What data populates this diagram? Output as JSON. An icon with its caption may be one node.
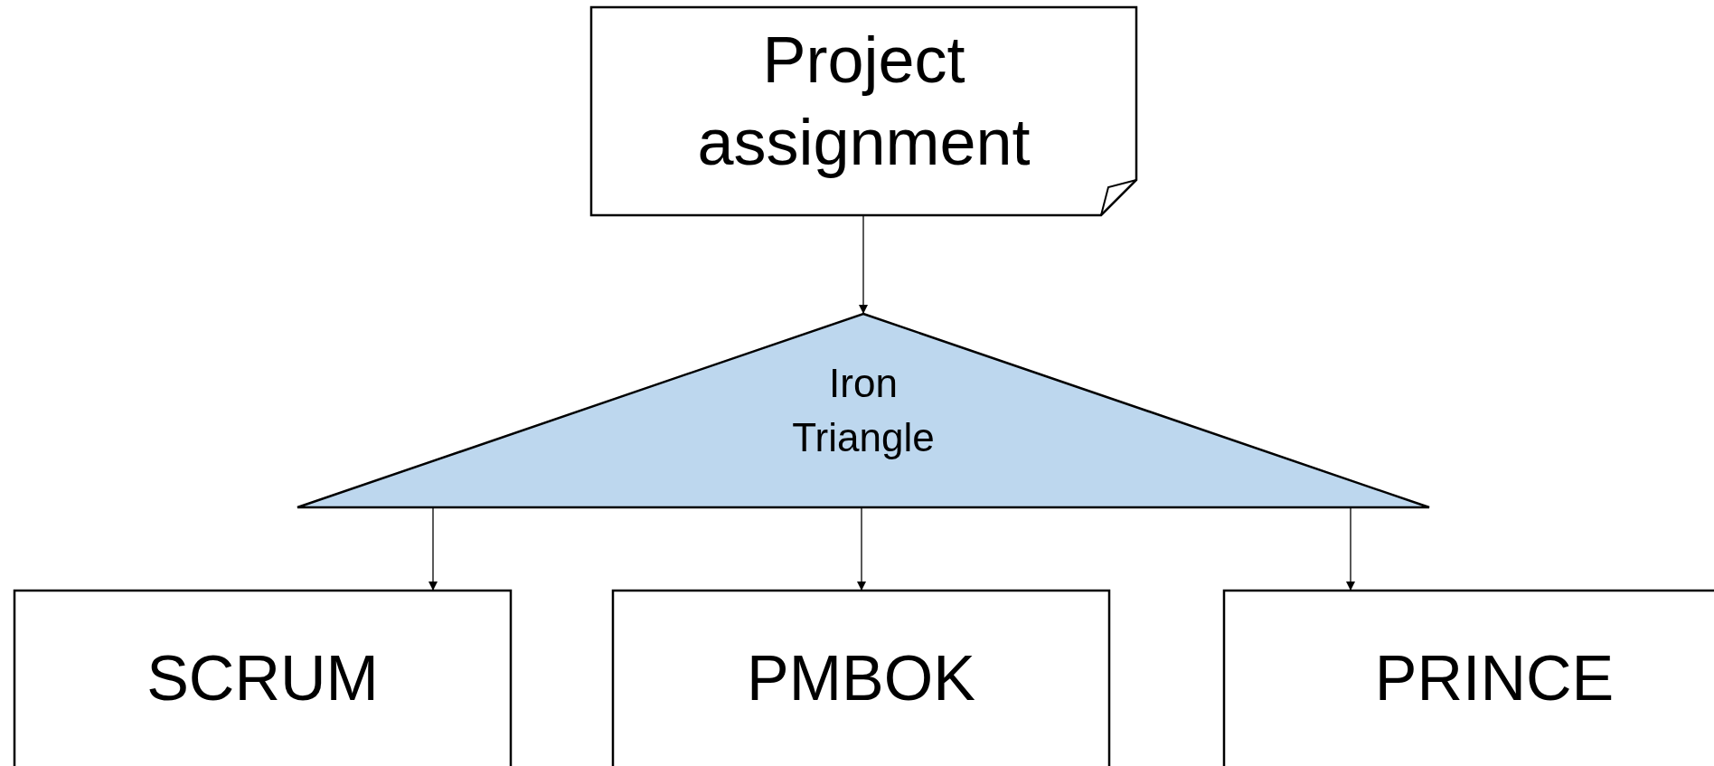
{
  "diagram": {
    "nodes": [
      {
        "text": [
          "Project assignment"
        ]
      },
      {
        "text": [
          "Iron Triangle"
        ]
      },
      {
        "text": [
          "SCRUM"
        ]
      },
      {
        "text": [
          "PMBOK"
        ]
      },
      {
        "text": [
          "PRINCE"
        ]
      }
    ],
    "edges": [
      {
        "from": 0,
        "to": 1,
        "arrow": "to"
      },
      {
        "from": 1,
        "to": 2,
        "arrow": "to"
      },
      {
        "from": 1,
        "to": 3,
        "arrow": "to"
      },
      {
        "from": 1,
        "to": 4,
        "arrow": "to"
      }
    ]
  }
}
